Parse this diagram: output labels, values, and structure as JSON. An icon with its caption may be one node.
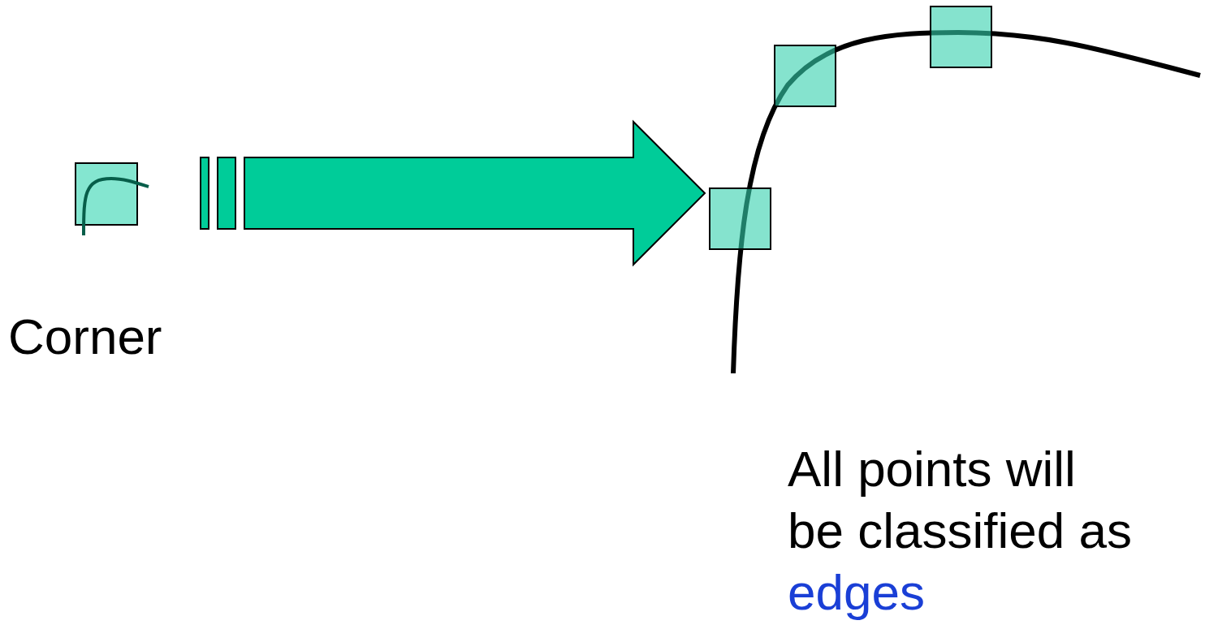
{
  "diagram": {
    "nodes": [
      {
        "text": [
          "Corner"
        ]
      },
      {
        "text": [
          "All points will be classified as",
          "edges"
        ]
      }
    ],
    "edges": [
      {
        "from": 0,
        "to": 1,
        "arrow": "to",
        "style": "thick"
      }
    ]
  }
}
